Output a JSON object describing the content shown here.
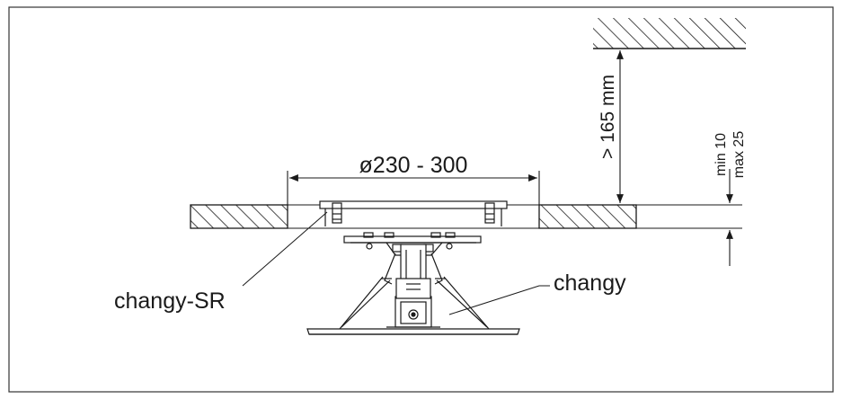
{
  "labels": {
    "diameter": "ø230 - 300",
    "clearance": "> 165 mm",
    "thickness_min": "min 10",
    "thickness_max": "max 25",
    "fixture_sr": "changy-SR",
    "fixture": "changy"
  },
  "colors": {
    "line": "#1a1a1a",
    "hatch": "#1a1a1a",
    "background": "#ffffff"
  }
}
